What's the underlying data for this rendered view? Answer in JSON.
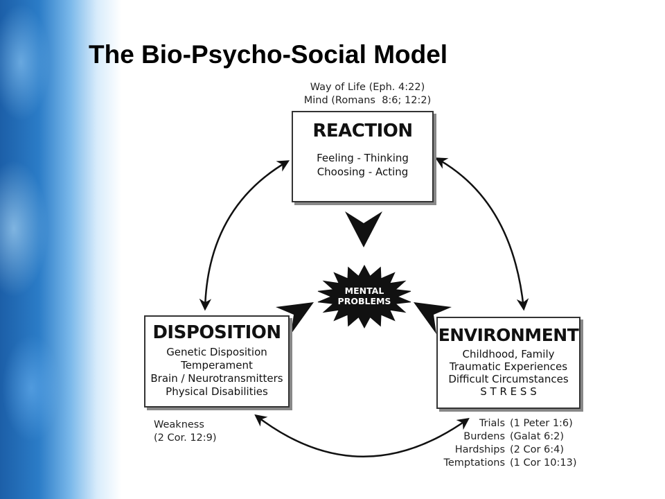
{
  "slide": {
    "title": "The Bio-Psycho-Social Model"
  },
  "reaction": {
    "title": "REACTION",
    "lines": [
      "Feeling - Thinking",
      "Choosing - Acting"
    ],
    "refs": [
      "Way of Life (Eph. 4:22)",
      "Mind (Romans  8:6; 12:2)"
    ]
  },
  "disposition": {
    "title": "DISPOSITION",
    "lines": [
      "Genetic Disposition",
      "Temperament",
      "Brain / Neurotransmitters",
      "Physical Disabilities"
    ],
    "refs": [
      "Weakness",
      "(2 Cor. 12:9)"
    ]
  },
  "environment": {
    "title": "ENVIRONMENT",
    "lines": [
      "Childhood, Family",
      "Traumatic Experiences",
      "Difficult Circumstances",
      "S T R E S S"
    ],
    "ref_labels": [
      "Trials",
      "Burdens",
      "Hardships",
      "Temptations"
    ],
    "ref_verses": [
      "(1 Peter 1:6)",
      "(Galat 6:2)",
      "(2 Cor 6:4)",
      "(1 Cor 10:13)"
    ]
  },
  "center": {
    "lines": [
      "MENTAL",
      "PROBLEMS"
    ]
  }
}
